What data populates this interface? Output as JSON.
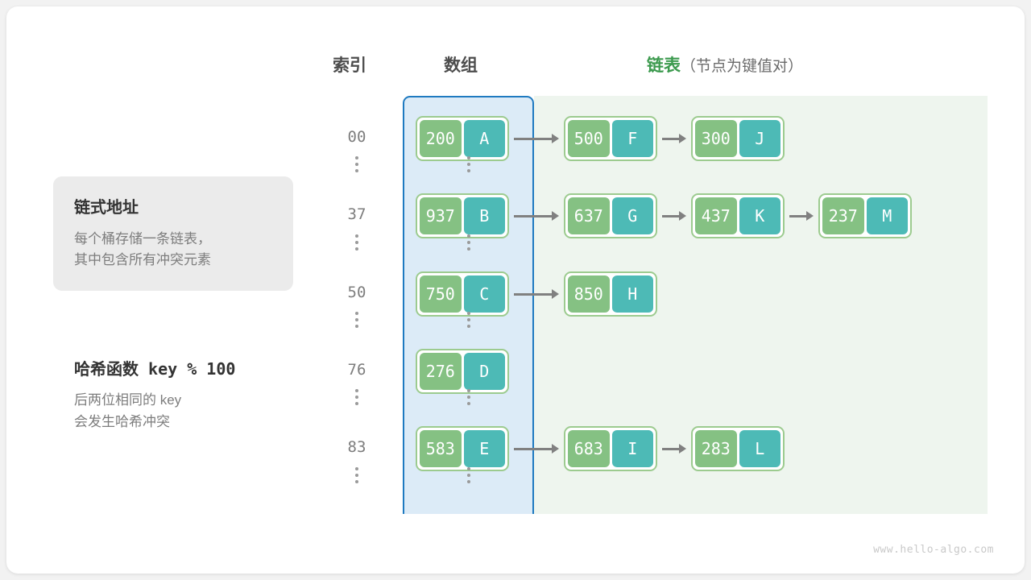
{
  "headers": {
    "index": "索引",
    "array": "数组",
    "list_main": "链表",
    "list_sub": "（节点为键值对）"
  },
  "card": {
    "title": "链式地址",
    "line1": "每个桶存储一条链表，",
    "line2": "其中包含所有冲突元素"
  },
  "hash_note": {
    "title": "哈希函数 key % 100",
    "line1": "后两位相同的 key",
    "line2": "会发生哈希冲突"
  },
  "watermark": "www.hello-algo.com",
  "colors": {
    "key_cell": "#85c183",
    "value_cell": "#4dbab6",
    "node_border": "#9ccb8f",
    "array_region_fill": "#dcebf7",
    "array_region_border": "#1f7ac0",
    "list_region_fill": "#eef5ee",
    "arrow": "#808080",
    "accent_green": "#3c9a4e"
  },
  "rows": [
    {
      "index": "00",
      "bucket": {
        "key": "200",
        "value": "A"
      },
      "chain": [
        {
          "key": "500",
          "value": "F"
        },
        {
          "key": "300",
          "value": "J"
        }
      ]
    },
    {
      "index": "37",
      "bucket": {
        "key": "937",
        "value": "B"
      },
      "chain": [
        {
          "key": "637",
          "value": "G"
        },
        {
          "key": "437",
          "value": "K"
        },
        {
          "key": "237",
          "value": "M"
        }
      ]
    },
    {
      "index": "50",
      "bucket": {
        "key": "750",
        "value": "C"
      },
      "chain": [
        {
          "key": "850",
          "value": "H"
        }
      ]
    },
    {
      "index": "76",
      "bucket": {
        "key": "276",
        "value": "D"
      },
      "chain": []
    },
    {
      "index": "83",
      "bucket": {
        "key": "583",
        "value": "E"
      },
      "chain": [
        {
          "key": "683",
          "value": "I"
        },
        {
          "key": "283",
          "value": "L"
        }
      ]
    }
  ]
}
